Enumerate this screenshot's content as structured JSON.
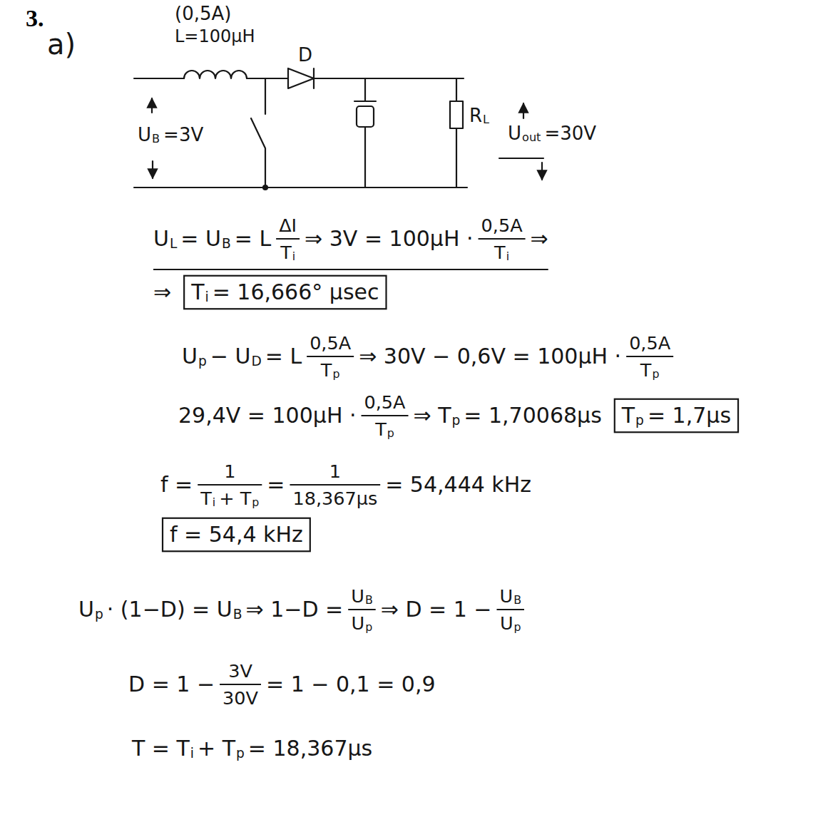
{
  "diagram": {
    "title": "3.",
    "labels": [
      "a)",
      "(0,5A)",
      "L=100µH",
      "D",
      "U",
      "B",
      "=3V",
      "R",
      "L",
      "U",
      "out",
      "=30V",
      "U",
      "L",
      "= U",
      "B",
      "= L",
      "ΔI",
      "T",
      "i",
      "⇒ 3V = 100µH ·",
      "0,5A",
      "T",
      "i",
      "⇒",
      "⇒",
      "T",
      "i",
      "= 16,666° µsec",
      "U",
      "p",
      "− U",
      "D",
      "= L",
      "0,5A",
      "T",
      "p",
      "⇒ 30V − 0,6V = 100µH ·",
      "0,5A",
      "T",
      "p",
      "29,4V = 100µH ·",
      "0,5A",
      "T",
      "p",
      "⇒ T",
      "p",
      "= 1,70068µs",
      "T",
      "p",
      "= 1,7µs",
      "f =",
      "1",
      "T",
      "i",
      "+ T",
      "p",
      "=",
      "1",
      "18,367µs",
      "= 54,444 kHz",
      "f = 54,4 kHz",
      "U",
      "p",
      "· (1−D) = U",
      "B",
      "⇒ 1−D =",
      "U",
      "B",
      "U",
      "p",
      "⇒ D = 1 −",
      "U",
      "B",
      "U",
      "p",
      "D = 1 −",
      "3V",
      "30V",
      "= 1 − 0,1 = 0,9",
      "T = T",
      "i",
      "+ T",
      "p",
      "= 18,367µs"
    ]
  }
}
